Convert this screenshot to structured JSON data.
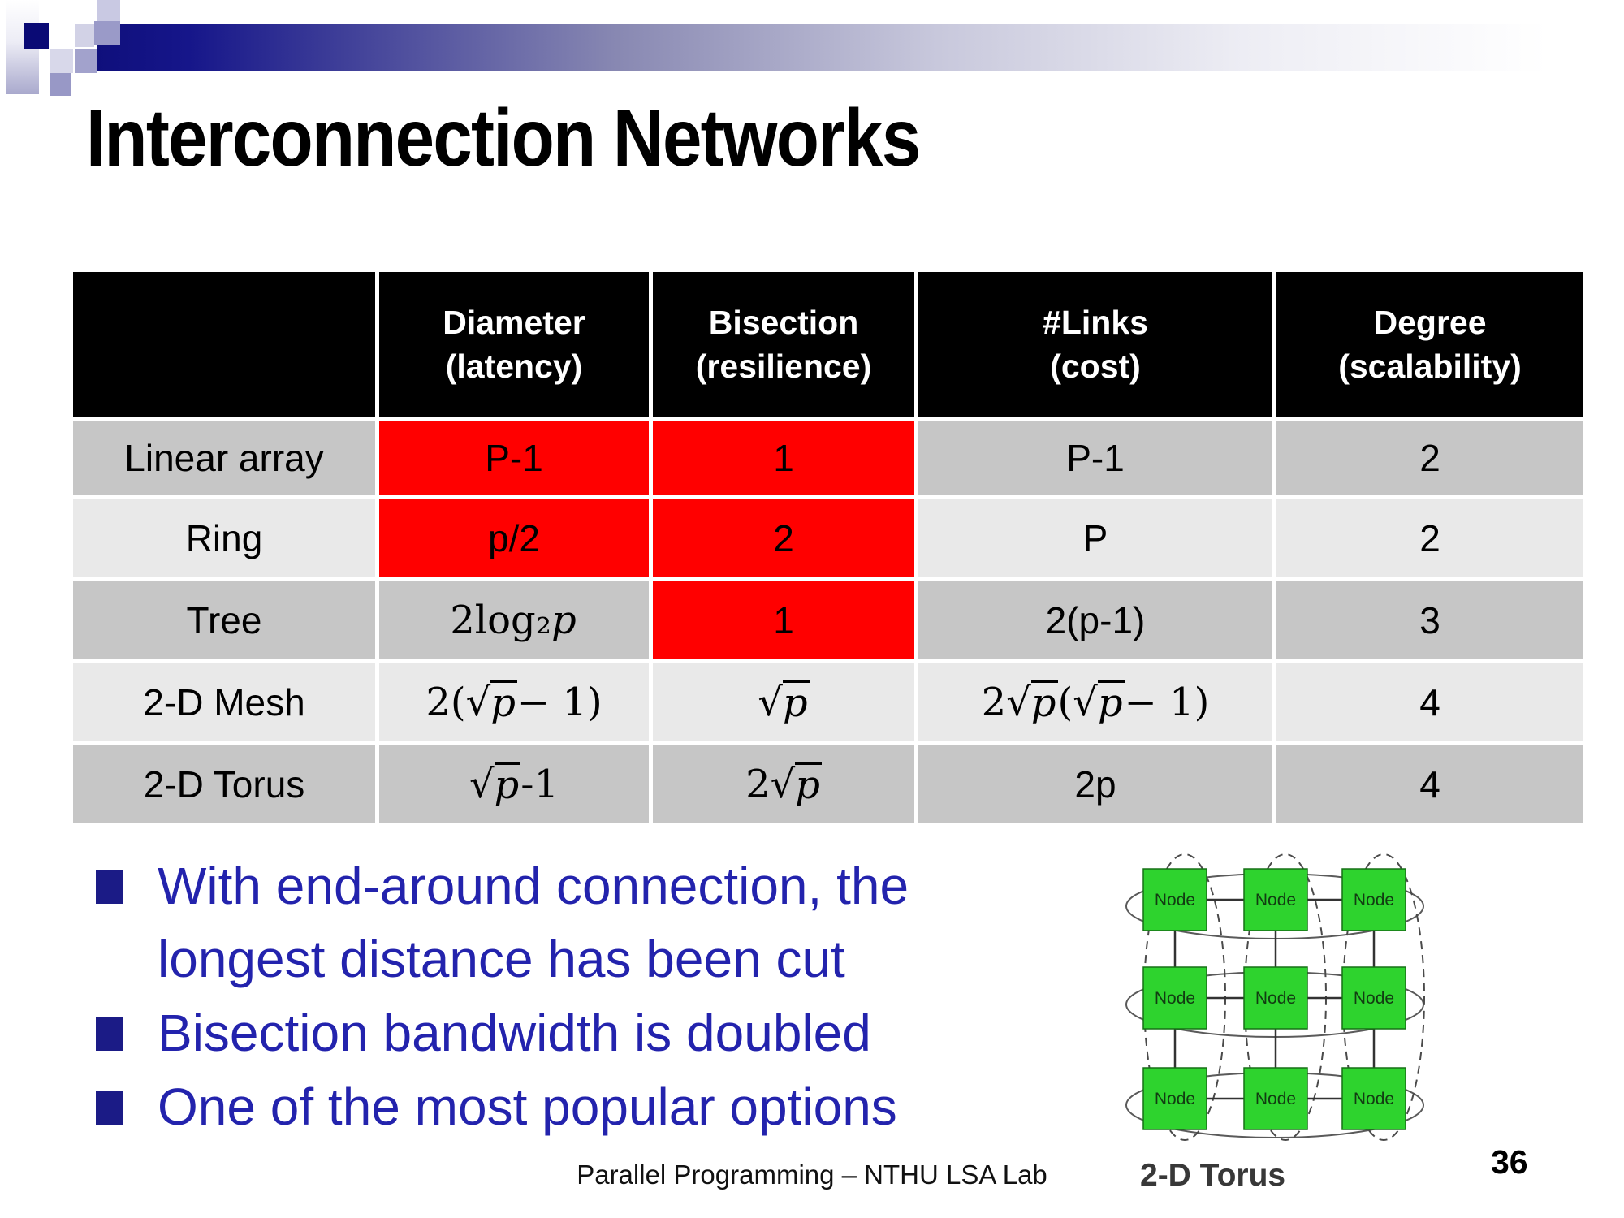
{
  "slide": {
    "title": "Interconnection Networks",
    "page_number": "36",
    "footer": "Parallel Programming – NTHU LSA Lab"
  },
  "table": {
    "header": [
      {
        "line1": "",
        "line2": ""
      },
      {
        "line1": "Diameter",
        "line2": "(latency)"
      },
      {
        "line1": "Bisection",
        "line2": "(resilience)"
      },
      {
        "line1": "#Links",
        "line2": "(cost)"
      },
      {
        "line1": "Degree",
        "line2": "(scalability)"
      }
    ],
    "rows": [
      {
        "label": "Linear array",
        "cells": [
          {
            "text": "P-1",
            "highlight": true,
            "math": false
          },
          {
            "text": "1",
            "highlight": true,
            "math": false
          },
          {
            "text": "P-1",
            "highlight": false,
            "math": false
          },
          {
            "text": "2",
            "highlight": false,
            "math": false
          }
        ]
      },
      {
        "label": "Ring",
        "cells": [
          {
            "text": "p/2",
            "highlight": true,
            "math": false
          },
          {
            "text": "2",
            "highlight": true,
            "math": false
          },
          {
            "text": "P",
            "highlight": false,
            "math": false
          },
          {
            "text": "2",
            "highlight": false,
            "math": false
          }
        ]
      },
      {
        "label": "Tree",
        "cells": [
          {
            "text": "2log₂ p",
            "highlight": false,
            "math": true
          },
          {
            "text": "1",
            "highlight": true,
            "math": false
          },
          {
            "text": "2(p-1)",
            "highlight": false,
            "math": false
          },
          {
            "text": "3",
            "highlight": false,
            "math": false
          }
        ]
      },
      {
        "label": "2-D Mesh",
        "cells": [
          {
            "text": "2(√p − 1)",
            "highlight": false,
            "math": true
          },
          {
            "text": "√p",
            "highlight": false,
            "math": true
          },
          {
            "text": "2√p(√p − 1)",
            "highlight": false,
            "math": true
          },
          {
            "text": "4",
            "highlight": false,
            "math": false
          }
        ]
      },
      {
        "label": "2-D Torus",
        "cells": [
          {
            "text": "√p-1",
            "highlight": false,
            "math": true
          },
          {
            "text": "2√p",
            "highlight": false,
            "math": true
          },
          {
            "text": "2p",
            "highlight": false,
            "math": false
          },
          {
            "text": "4",
            "highlight": false,
            "math": false
          }
        ]
      }
    ]
  },
  "bullets": [
    {
      "text": "With end-around connection, the longest distance has been cut"
    },
    {
      "text": "Bisection bandwidth is doubled"
    },
    {
      "text": "One of the most popular options"
    }
  ],
  "diagram": {
    "caption": "2-D Torus",
    "node_label": "Node",
    "rows": 3,
    "cols": 3
  },
  "colors": {
    "highlight_red": "#FF0000",
    "header_bg": "#000000",
    "row_dark": "#C6C6C6",
    "row_light": "#E9E9E9",
    "bullet_text": "#2323AD",
    "bullet_marker": "#1B1B86",
    "node_green": "#2ED32E",
    "bar_navy": "#0F0F7C"
  }
}
